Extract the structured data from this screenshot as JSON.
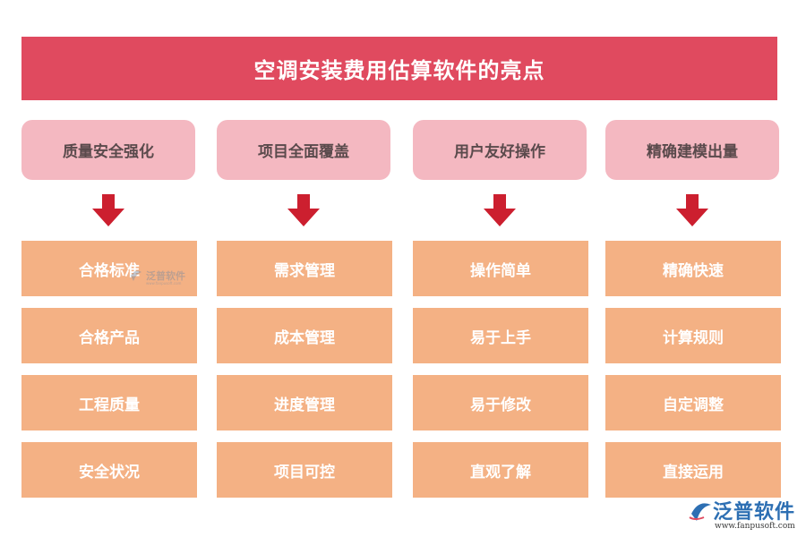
{
  "title": "空调安装费用估算软件的亮点",
  "columns": [
    {
      "header": "质量安全强化",
      "items": [
        "合格标准",
        "合格产品",
        "工程质量",
        "安全状况"
      ]
    },
    {
      "header": "项目全面覆盖",
      "items": [
        "需求管理",
        "成本管理",
        "进度管理",
        "项目可控"
      ]
    },
    {
      "header": "用户友好操作",
      "items": [
        "操作简单",
        "易于上手",
        "易于修改",
        "直观了解"
      ]
    },
    {
      "header": "精确建模出量",
      "items": [
        "精确快速",
        "计算规则",
        "自定调整",
        "直接运用"
      ]
    }
  ],
  "watermark": {
    "brand": "泛普软件",
    "url": "www.fanpusoft.com"
  },
  "colors": {
    "title_bg": "#e04a5f",
    "header_bg": "#f4b8c1",
    "item_bg": "#f4b184",
    "arrow": "#cc1f2f",
    "logo": "#2d6fb3"
  },
  "icons": {
    "arrow": "down-arrow-icon",
    "logo": "fanpu-logo-icon"
  }
}
